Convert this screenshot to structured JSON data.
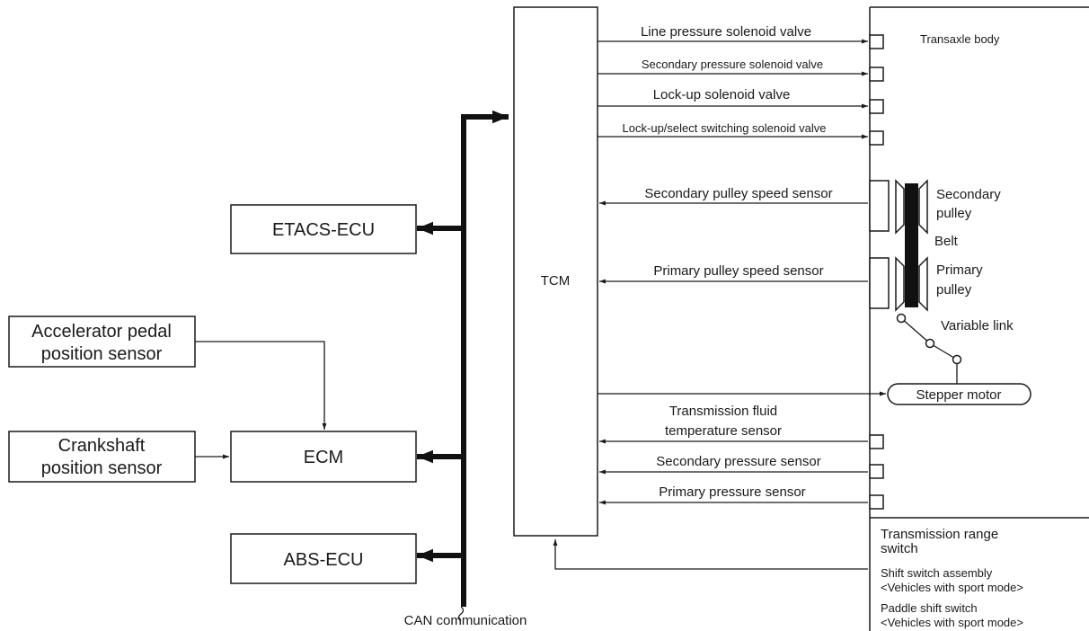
{
  "ecus": {
    "etacs": "ETACS-ECU",
    "ecm": "ECM",
    "abs": "ABS-ECU",
    "tcm": "TCM"
  },
  "inputs": {
    "accelerator_line1": "Accelerator pedal",
    "accelerator_line2": "position sensor",
    "crankshaft_line1": "Crankshaft",
    "crankshaft_line2": "position sensor"
  },
  "bus_label": "CAN communication",
  "transaxle": {
    "title": "Transaxle body",
    "secondary_pulley_line1": "Secondary",
    "secondary_pulley_line2": "pulley",
    "belt": "Belt",
    "primary_pulley_line1": "Primary",
    "primary_pulley_line2": "pulley",
    "variable_link": "Variable link",
    "stepper_motor": "Stepper motor"
  },
  "signals": {
    "line_pressure_solenoid": "Line pressure solenoid valve",
    "secondary_pressure_solenoid": "Secondary pressure solenoid valve",
    "lockup_solenoid": "Lock-up solenoid valve",
    "lockup_select_solenoid": "Lock-up/select switching solenoid valve",
    "secondary_pulley_speed": "Secondary pulley speed sensor",
    "primary_pulley_speed": "Primary pulley speed sensor",
    "fluid_temp_line1": "Transmission fluid",
    "fluid_temp_line2": "temperature sensor",
    "secondary_pressure_sensor": "Secondary pressure sensor",
    "primary_pressure_sensor": "Primary pressure sensor"
  },
  "switches": {
    "range_line1": "Transmission range",
    "range_line2": "switch",
    "shift_line1": "Shift switch assembly",
    "shift_line2": "<Vehicles with sport mode>",
    "paddle_line1": "Paddle shift switch",
    "paddle_line2": "<Vehicles with sport mode>"
  }
}
